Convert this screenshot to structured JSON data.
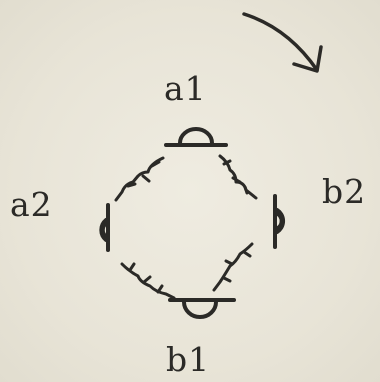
{
  "labels": {
    "a1": "a1",
    "a2": "a2",
    "b1": "b1",
    "b2": "b2"
  },
  "colors": {
    "ink": "#2b2a27",
    "paper": "#ebe7da"
  },
  "icons": {
    "rotation": "curved-arrow-clockwise",
    "antennas": "half-circle-antenna"
  }
}
